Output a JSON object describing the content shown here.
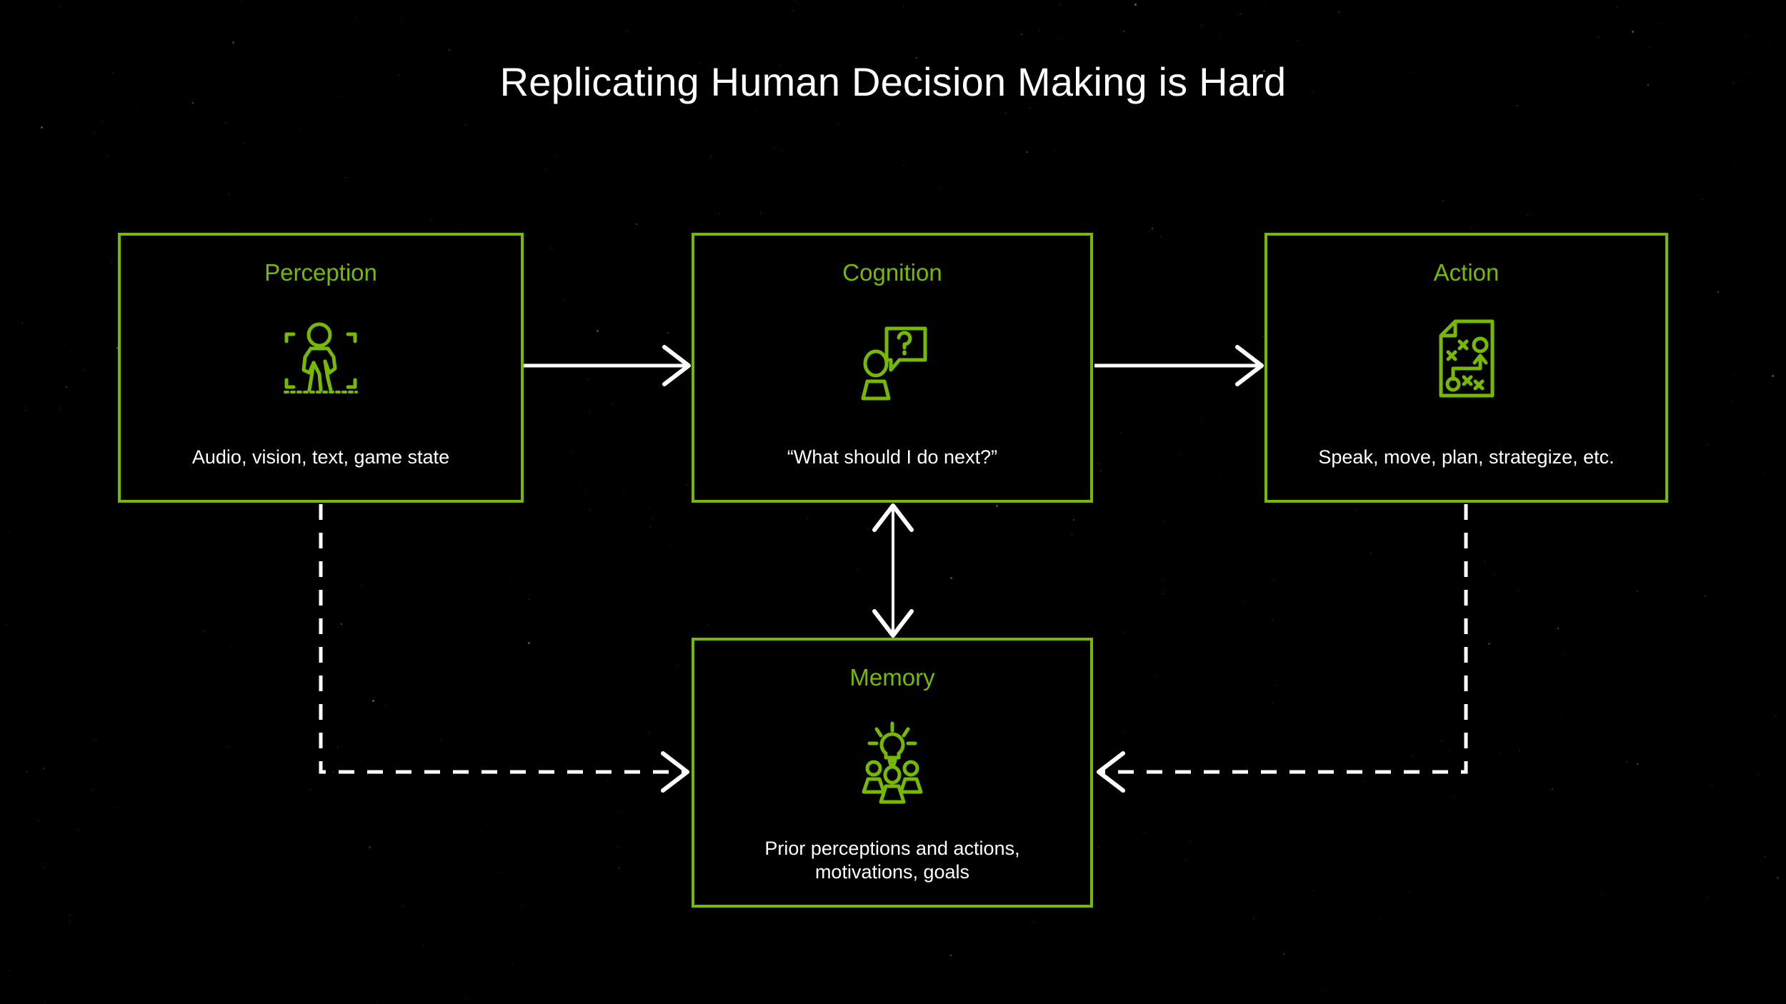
{
  "slide": {
    "title": "Replicating Human Decision Making is Hard",
    "background_color": "#000000",
    "accent_color": "#76b900",
    "text_color": "#ffffff"
  },
  "nodes": [
    {
      "id": "perception",
      "title": "Perception",
      "caption": "Audio, vision, text, game state",
      "icon": "walking-person-detection-icon"
    },
    {
      "id": "cognition",
      "title": "Cognition",
      "caption": "“What should I do next?”",
      "icon": "person-question-bubble-icon"
    },
    {
      "id": "action",
      "title": "Action",
      "caption": "Speak, move, plan, strategize, etc.",
      "icon": "strategy-playbook-icon"
    },
    {
      "id": "memory",
      "title": "Memory",
      "caption_line1": "Prior perceptions and actions,",
      "caption_line2": "motivations, goals",
      "icon": "lightbulb-group-icon"
    }
  ],
  "connectors": [
    {
      "id": "perception-to-cognition",
      "from": "perception",
      "to": "cognition",
      "style": "solid",
      "direction": "forward"
    },
    {
      "id": "cognition-to-action",
      "from": "cognition",
      "to": "action",
      "style": "solid",
      "direction": "forward"
    },
    {
      "id": "cognition-memory",
      "from": "cognition",
      "to": "memory",
      "style": "solid",
      "direction": "bidirectional"
    },
    {
      "id": "perception-to-memory",
      "from": "perception",
      "to": "memory",
      "style": "dashed",
      "direction": "forward"
    },
    {
      "id": "action-to-memory",
      "from": "action",
      "to": "memory",
      "style": "dashed",
      "direction": "forward"
    }
  ]
}
